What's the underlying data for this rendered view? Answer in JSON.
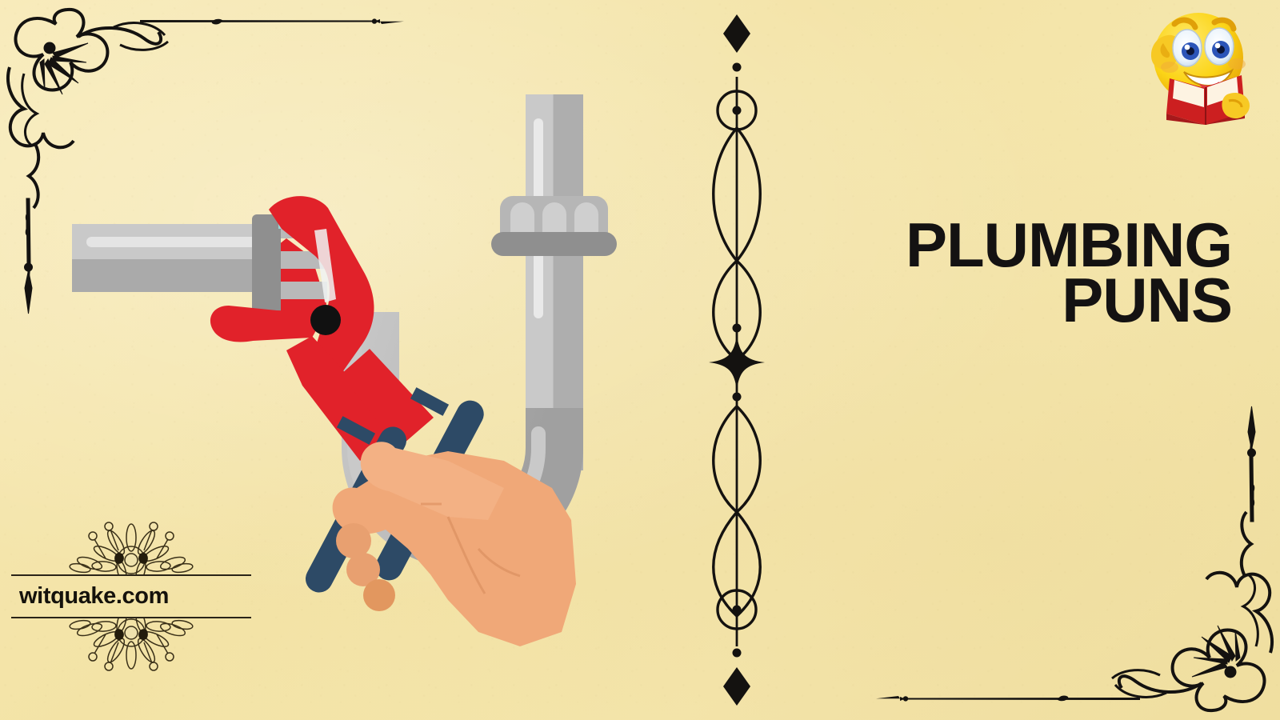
{
  "page": {
    "background_color": "#f3e3a6",
    "theme": "plumbing puns article header"
  },
  "title": {
    "line1": "PLUMBING",
    "line2": "PUNS",
    "color": "#141212"
  },
  "watermark": {
    "text": "witquake.com",
    "color": "#15120c"
  },
  "emoji": {
    "name": "smiley-reading-book-emoji",
    "face_color": "#f9d534",
    "book_color": "#cc1f20"
  },
  "divider": {
    "name": "ornamental-vertical-divider",
    "color": "#141210",
    "motifs": [
      "diamond",
      "dot",
      "circle-with-dot",
      "interlaced-loops",
      "four-pointed-star"
    ]
  },
  "frame": {
    "name": "art-nouveau-corner-ornaments",
    "color": "#141210",
    "corners": [
      "top-left",
      "bottom-right"
    ]
  },
  "illustration": {
    "name": "hand-holding-pipe-wrench-on-p-trap",
    "colors": {
      "wrench_red": "#e1222a",
      "wrench_red_dark": "#c7161d",
      "handle_navy": "#2d4a66",
      "jaw_teal": "#9fd4d4",
      "pipe_light": "#c9c9c9",
      "pipe_mid": "#b0b0b0",
      "pipe_dark": "#9a9a9a",
      "pipe_highlight": "#e7e7e7",
      "skin": "#f0a878",
      "skin_dark": "#e2915f",
      "bolt": "#111111"
    },
    "parts": [
      "horizontal-pipe",
      "vertical-pipe",
      "pipe-collar-nut",
      "u-bend-trap",
      "pipe-wrench",
      "hand"
    ]
  }
}
